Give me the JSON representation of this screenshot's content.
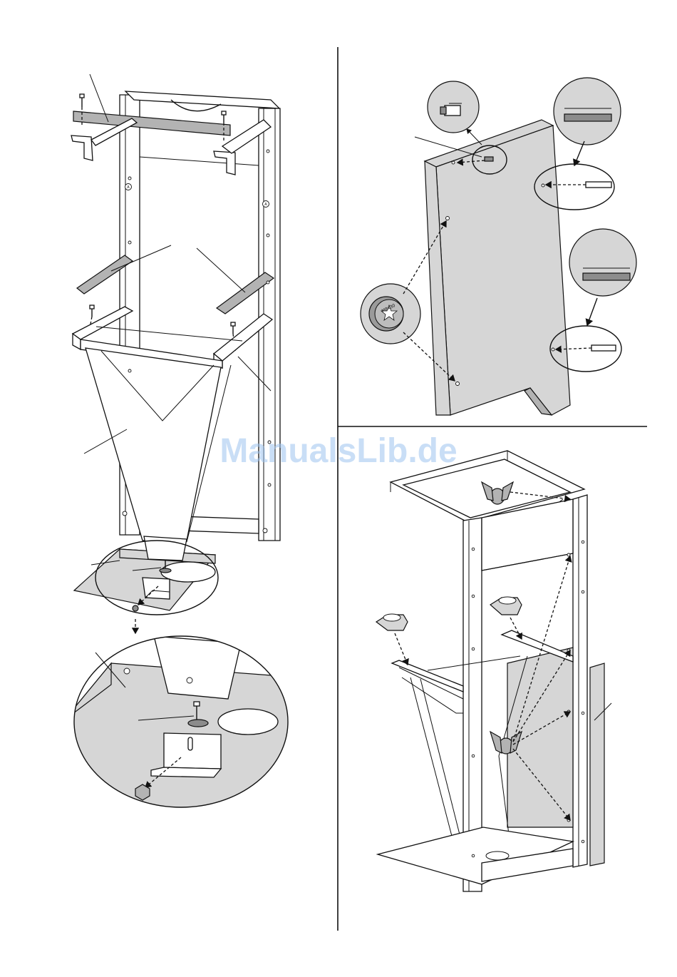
{
  "figure": {
    "left_panel": {
      "frame_marks": [
        "A",
        "A"
      ]
    },
    "top_right_panel": {
      "screw_label": "M8x30"
    },
    "watermark": "ManualsLib.de"
  }
}
